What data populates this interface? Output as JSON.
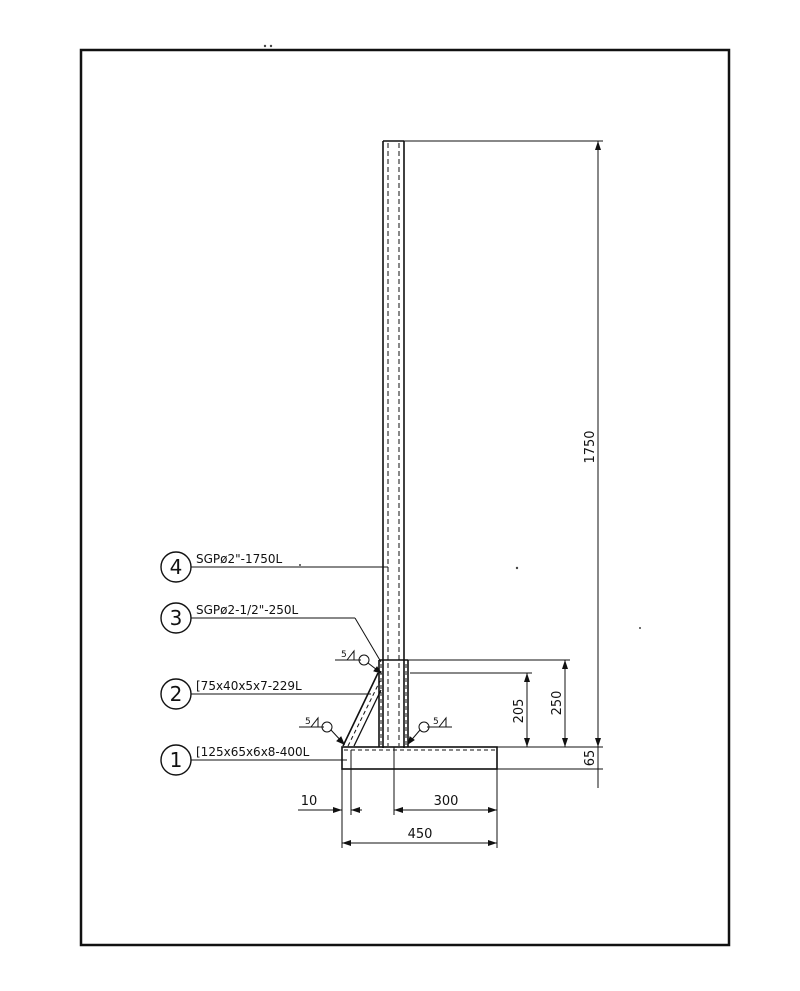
{
  "dimensions": {
    "height_total": "1750",
    "height_sleeve": "250",
    "height_brace": "205",
    "base_height": "65",
    "offset_left": "10",
    "offset_right": "300",
    "base_length": "450"
  },
  "parts": [
    {
      "number": "1",
      "spec": "[125x65x6x8-400L"
    },
    {
      "number": "2",
      "spec": "[75x40x5x7-229L"
    },
    {
      "number": "3",
      "spec": "SGPø2-1/2\"-250L"
    },
    {
      "number": "4",
      "spec": "SGPø2\"-1750L"
    }
  ],
  "welds": [
    {
      "size": "5"
    },
    {
      "size": "5"
    },
    {
      "size": "5"
    }
  ]
}
